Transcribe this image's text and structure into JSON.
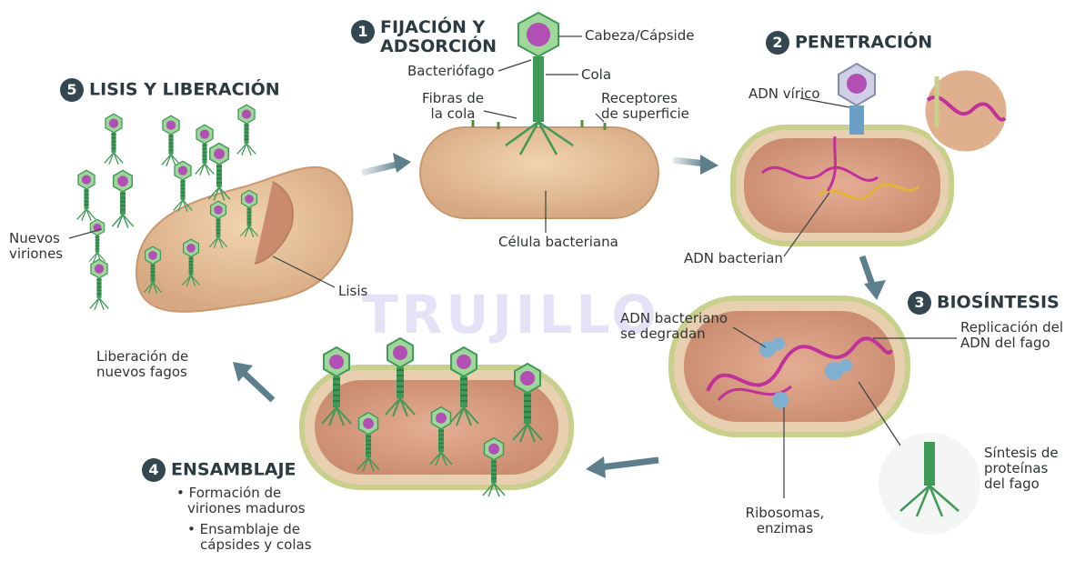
{
  "steps": [
    {
      "number": "1",
      "title_line1": "FIJACIÓN Y",
      "title_line2": "ADSORCIÓN"
    },
    {
      "number": "2",
      "title": "PENETRACIÓN"
    },
    {
      "number": "3",
      "title": "BIOSÍNTESIS"
    },
    {
      "number": "4",
      "title": "ENSAMBLAJE",
      "bullets": [
        {
          "line1": "Formación de",
          "line2": "viriones maduros"
        },
        {
          "line1": "Ensamblaje de",
          "line2": "cápsides y colas"
        }
      ]
    },
    {
      "number": "5",
      "title": "LISIS Y LIBERACIÓN"
    }
  ],
  "labels": {
    "cabeza_capside": "Cabeza/Cápside",
    "bacteriofago": "Bacteriófago",
    "cola": "Cola",
    "fibras_l1": "Fibras de",
    "fibras_l2": "la cola",
    "receptores_l1": "Receptores",
    "receptores_l2": "de superficie",
    "celula_bacteriana": "Célula bacteriana",
    "adn_virico": "ADN vírico",
    "adn_bacterian": "ADN bacterian",
    "adn_degradan_l1": "ADN bacteriano",
    "adn_degradan_l2": "se degradan",
    "replicacion_l1": "Replicación del",
    "replicacion_l2": "ADN del fago",
    "ribosomas_l1": "Ribosomas,",
    "ribosomas_l2": "enzimas",
    "sintesis_l1": "Síntesis de",
    "sintesis_l2": "proteínas",
    "sintesis_l3": "del fago",
    "nuevos_l1": "Nuevos",
    "nuevos_l2": "viriones",
    "lisis": "Lisis",
    "liberacion_l1": "Liberación de",
    "liberacion_l2": "nuevos fagos"
  },
  "watermark": "TRUJILLO",
  "colors": {
    "cell": "#e7c39a",
    "cell_inner": "#d99a7e",
    "membrane": "#c9d08c",
    "phage_green": "#3f9a58",
    "capsid_purple": "#b24fb5",
    "dna_magenta": "#c0329a",
    "dna_yellow": "#e3b43a",
    "ribosome_blue": "#7fb0cf",
    "badge": "#34464f",
    "arrow": "#5d7f8c"
  }
}
